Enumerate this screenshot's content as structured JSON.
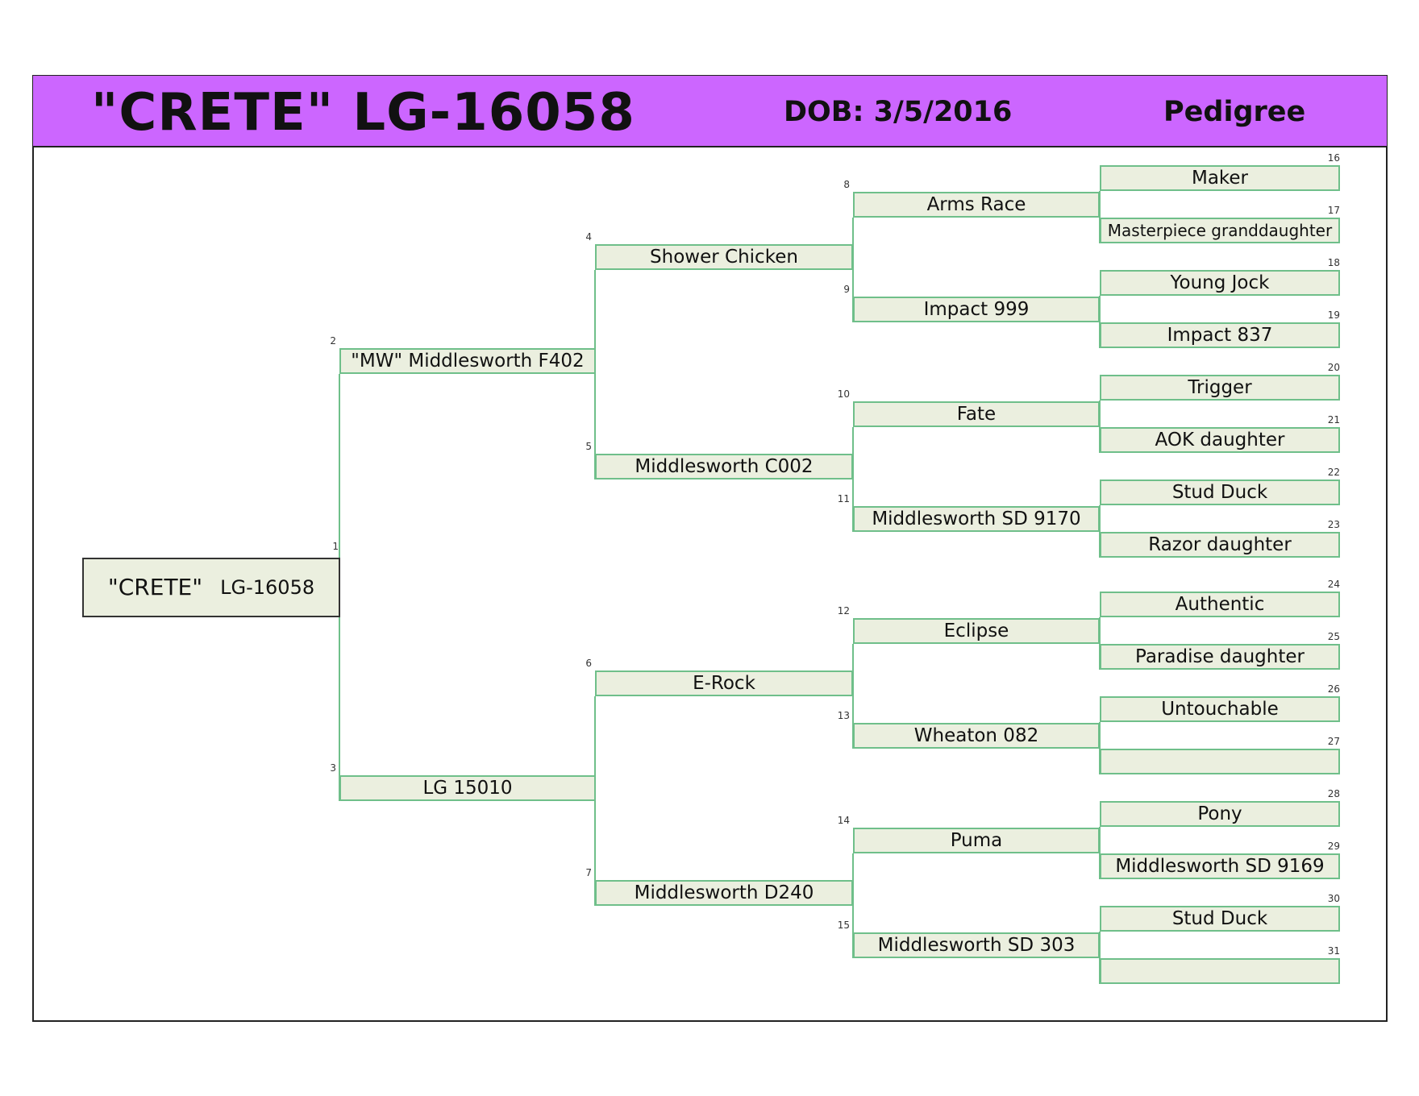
{
  "header": {
    "title": "\"CRETE\"   LG-16058",
    "dob": "DOB: 3/5/2016",
    "pedigree": "Pedigree"
  },
  "colors": {
    "header_bg": "#cc66ff",
    "box_bg": "#ebefdf",
    "line": "#6fbf8a"
  },
  "subject": {
    "name": "\"CRETE\"",
    "id": "LG-16058",
    "number": "1"
  },
  "ancestors": [
    {
      "n": 2,
      "name": "\"MW\" Middlesworth F402"
    },
    {
      "n": 3,
      "name": "LG 15010"
    },
    {
      "n": 4,
      "name": "Shower Chicken"
    },
    {
      "n": 5,
      "name": "Middlesworth C002"
    },
    {
      "n": 6,
      "name": "E-Rock"
    },
    {
      "n": 7,
      "name": "Middlesworth D240"
    },
    {
      "n": 8,
      "name": "Arms Race"
    },
    {
      "n": 9,
      "name": "Impact 999"
    },
    {
      "n": 10,
      "name": "Fate"
    },
    {
      "n": 11,
      "name": "Middlesworth SD 9170"
    },
    {
      "n": 12,
      "name": "Eclipse"
    },
    {
      "n": 13,
      "name": "Wheaton 082"
    },
    {
      "n": 14,
      "name": "Puma"
    },
    {
      "n": 15,
      "name": "Middlesworth SD 303"
    },
    {
      "n": 16,
      "name": "Maker"
    },
    {
      "n": 17,
      "name": "Masterpiece granddaughter"
    },
    {
      "n": 18,
      "name": "Young Jock"
    },
    {
      "n": 19,
      "name": "Impact 837"
    },
    {
      "n": 20,
      "name": "Trigger"
    },
    {
      "n": 21,
      "name": "AOK daughter"
    },
    {
      "n": 22,
      "name": "Stud Duck"
    },
    {
      "n": 23,
      "name": "Razor daughter"
    },
    {
      "n": 24,
      "name": "Authentic"
    },
    {
      "n": 25,
      "name": "Paradise daughter"
    },
    {
      "n": 26,
      "name": "Untouchable"
    },
    {
      "n": 27,
      "name": ""
    },
    {
      "n": 28,
      "name": "Pony"
    },
    {
      "n": 29,
      "name": "Middlesworth SD 9169"
    },
    {
      "n": 30,
      "name": "Stud Duck"
    },
    {
      "n": 31,
      "name": ""
    }
  ]
}
